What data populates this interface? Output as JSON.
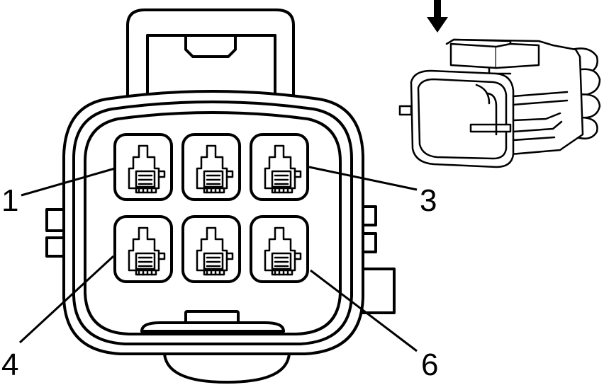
{
  "diagram": {
    "pin_labels": [
      "1",
      "3",
      "4",
      "6"
    ],
    "cavity_count": 6,
    "view_direction": "arrow-down-icon"
  }
}
